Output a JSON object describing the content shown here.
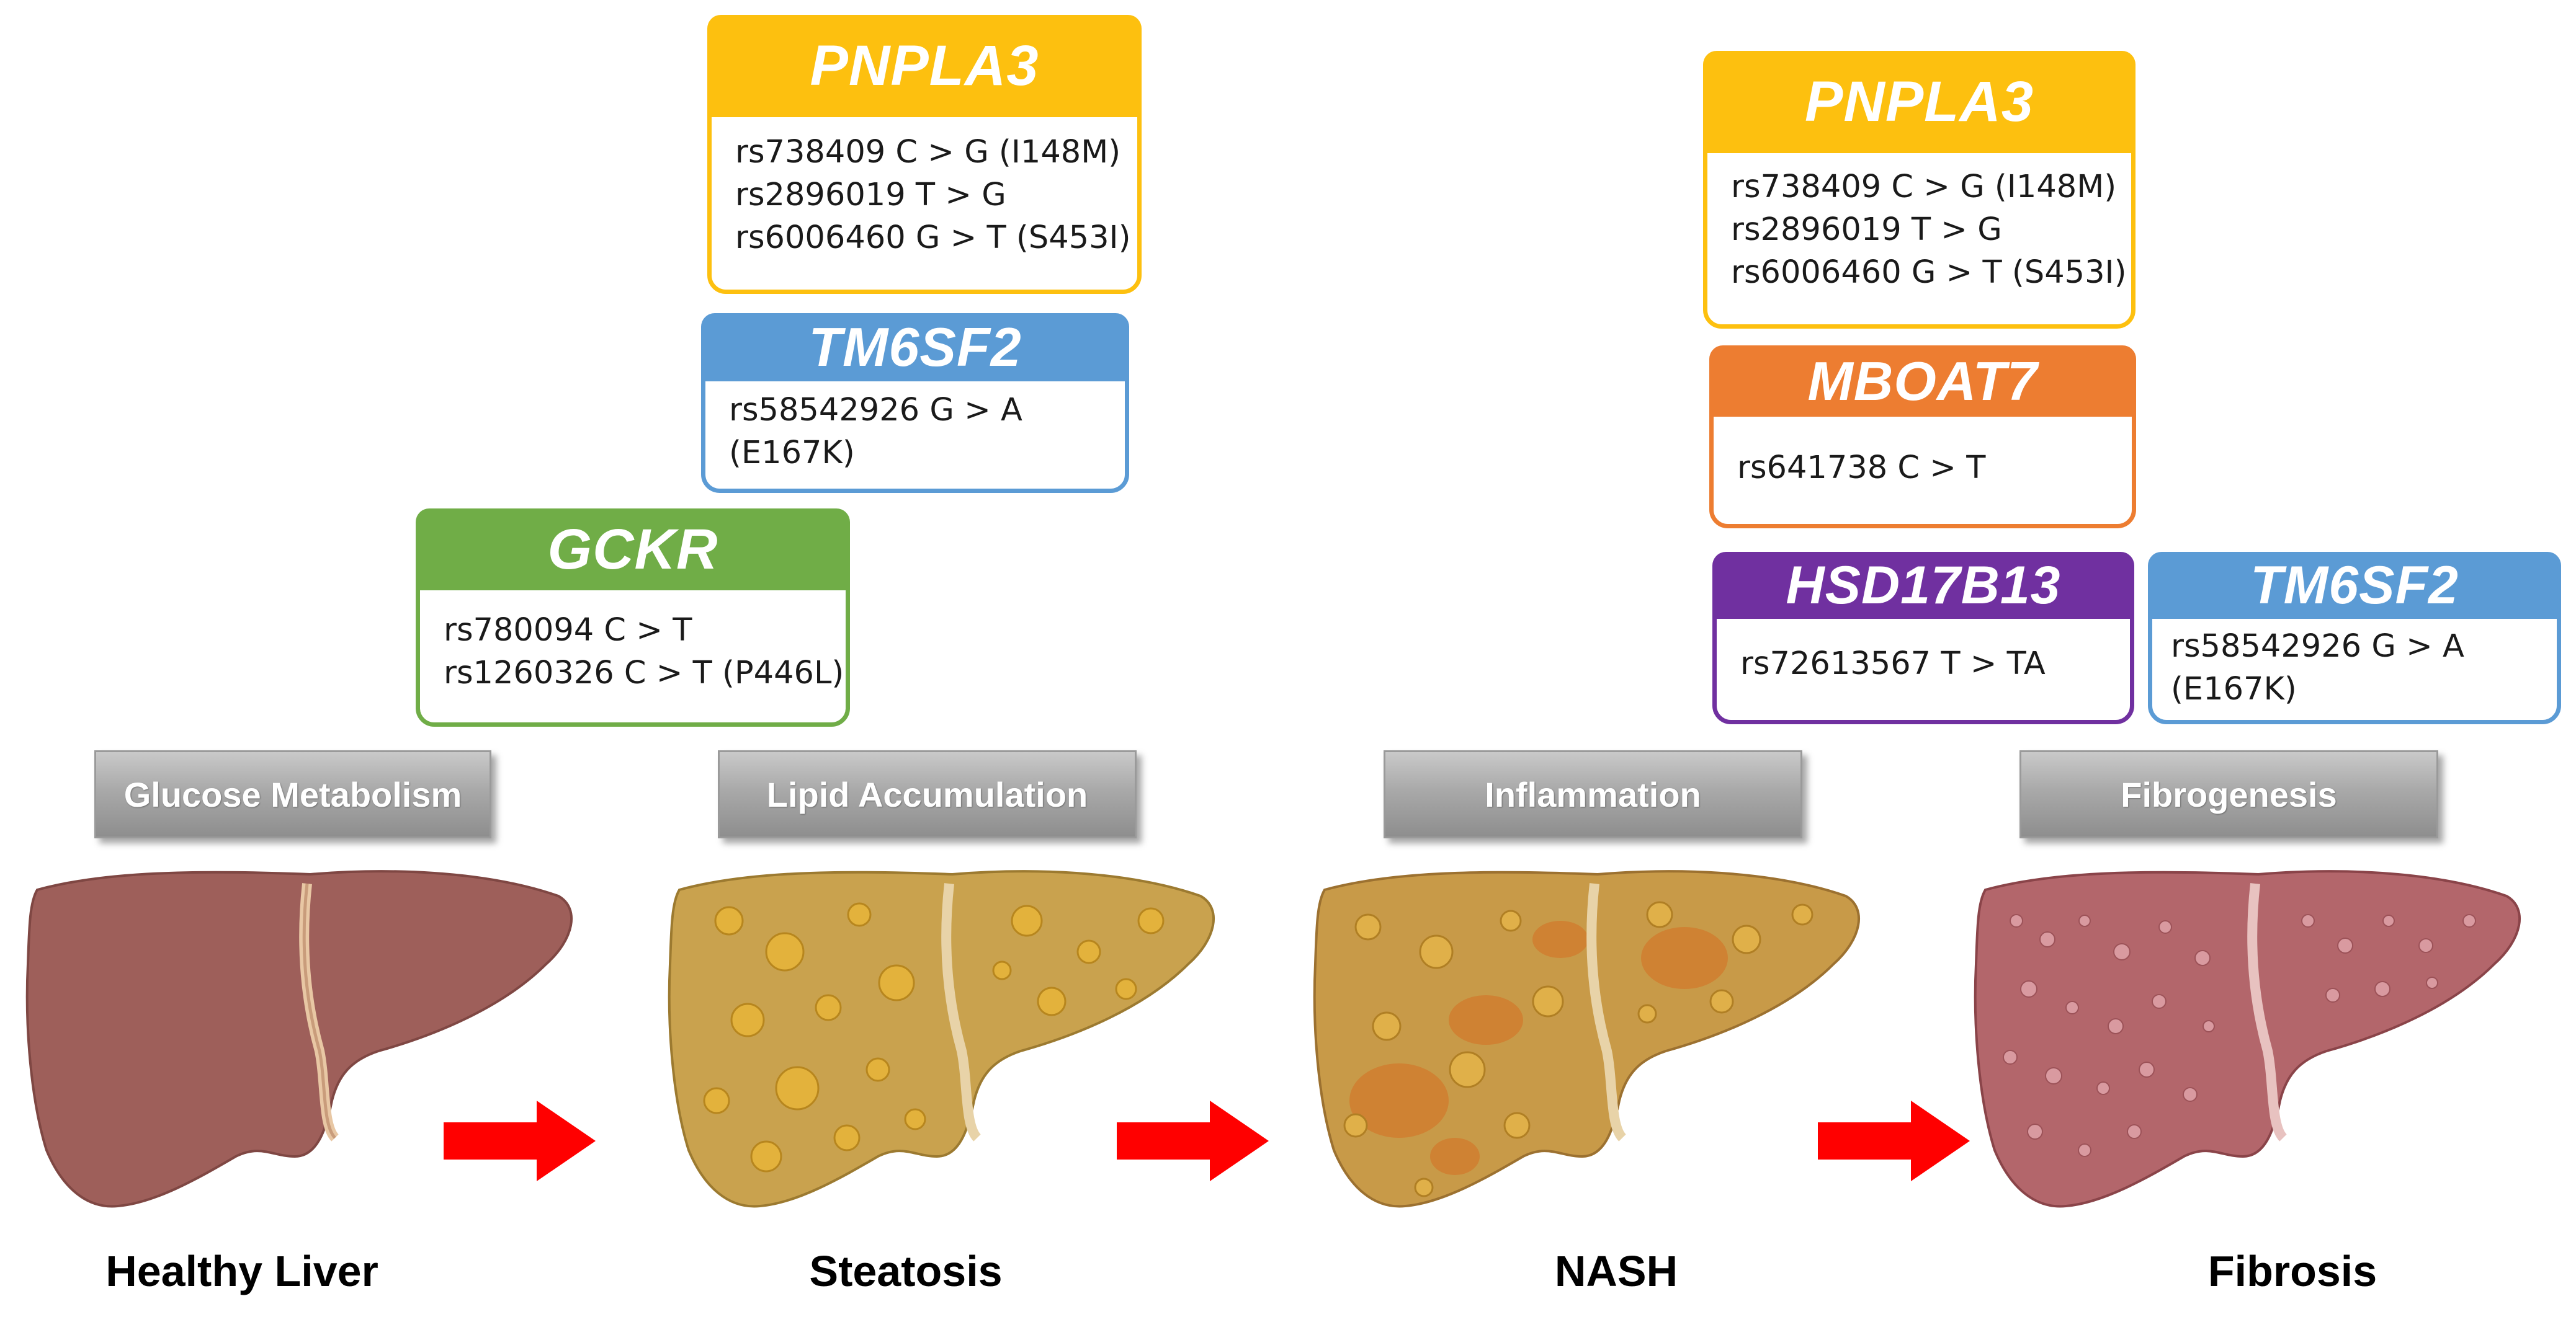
{
  "steatosis_genes": {
    "pnpla3": {
      "title": "PNPLA3",
      "variants": [
        "rs738409 C > G (I148M)",
        "rs2896019 T > G",
        "rs6006460 G > T (S453I)"
      ]
    },
    "tm6sf2": {
      "title": "TM6SF2",
      "variants": [
        "rs58542926 G > A",
        "(E167K)"
      ]
    },
    "gckr": {
      "title": "GCKR",
      "variants": [
        "rs780094 C > T",
        "rs1260326 C > T (P446L)"
      ]
    }
  },
  "nash_genes": {
    "pnpla3": {
      "title": "PNPLA3",
      "variants": [
        "rs738409 C > G (I148M)",
        "rs2896019 T > G",
        "rs6006460 G > T (S453I)"
      ]
    },
    "mboat7": {
      "title": "MBOAT7",
      "variants": [
        "rs641738 C > T"
      ]
    },
    "hsd17b13": {
      "title": "HSD17B13",
      "variants": [
        "rs72613567 T > TA"
      ]
    },
    "tm6sf2": {
      "title": "TM6SF2",
      "variants": [
        "rs58542926 G > A",
        "(E167K)"
      ]
    }
  },
  "processes": [
    "Glucose Metabolism",
    "Lipid Accumulation",
    "Inflammation",
    "Fibrogenesis"
  ],
  "stages": [
    "Healthy Liver",
    "Steatosis",
    "NASH",
    "Fibrosis"
  ],
  "colors": {
    "pnpla3": "#fdc00f",
    "tm6sf2": "#5b9bd5",
    "gckr": "#70ad47",
    "mboat7": "#ed7d31",
    "hsd17b13": "#7030a0",
    "arrow": "#ff0000",
    "liver_healthy": "#9e5f5a",
    "liver_steatosis": "#c9a24e",
    "liver_nash": "#c89a48",
    "liver_fibrosis": "#b3666b"
  },
  "icons": [
    "liver-healthy-icon",
    "liver-steatosis-icon",
    "liver-nash-icon",
    "liver-fibrosis-icon",
    "right-arrow-icon"
  ]
}
